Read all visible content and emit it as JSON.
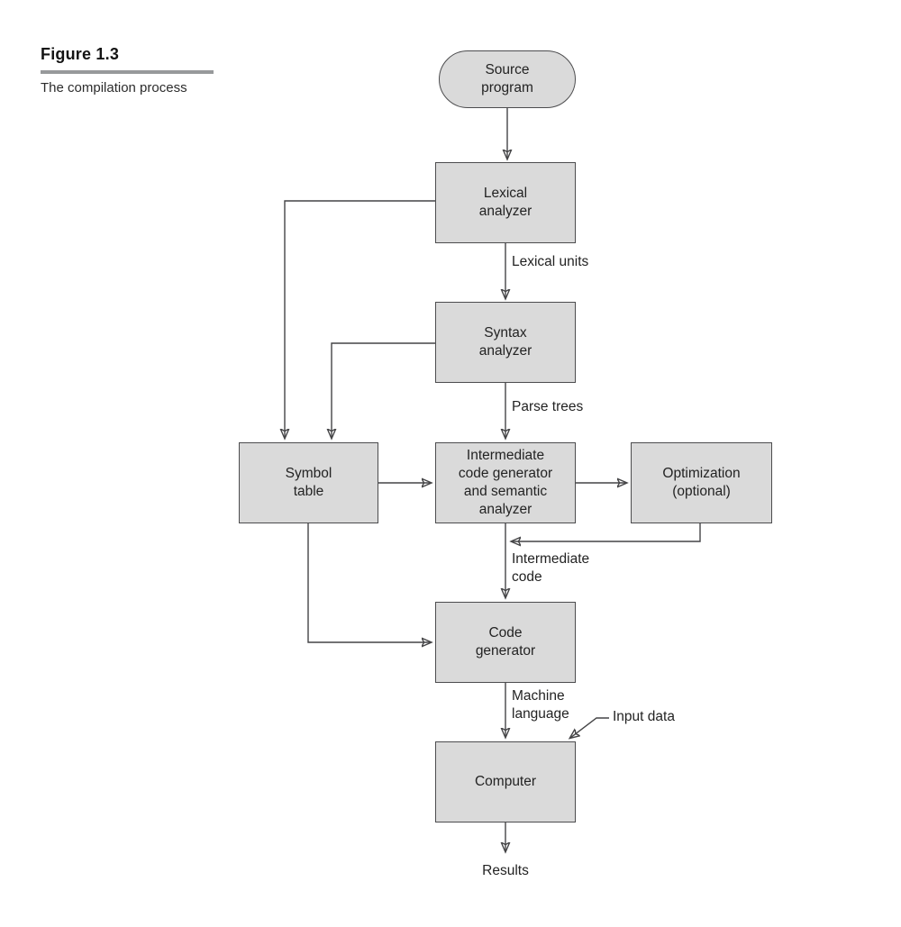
{
  "figure": {
    "label": "Figure 1.3",
    "caption": "The compilation process"
  },
  "chart_type": "flowchart",
  "nodes": [
    {
      "id": "source-program",
      "shape": "stadium",
      "label": "Source\nprogram"
    },
    {
      "id": "lexical-analyzer",
      "shape": "rect",
      "label": "Lexical\nanalyzer"
    },
    {
      "id": "syntax-analyzer",
      "shape": "rect",
      "label": "Syntax\nanalyzer"
    },
    {
      "id": "symbol-table",
      "shape": "rect",
      "label": "Symbol\ntable"
    },
    {
      "id": "intermediate-code-generator",
      "shape": "rect",
      "label": "Intermediate\ncode generator\nand semantic\nanalyzer"
    },
    {
      "id": "optimization",
      "shape": "rect",
      "label": "Optimization\n(optional)"
    },
    {
      "id": "code-generator",
      "shape": "rect",
      "label": "Code\ngenerator"
    },
    {
      "id": "computer",
      "shape": "rect",
      "label": "Computer"
    }
  ],
  "edge_labels": {
    "lexical_units": "Lexical units",
    "parse_trees": "Parse trees",
    "intermediate_code": "Intermediate\ncode",
    "machine_language": "Machine\nlanguage",
    "input_data": "Input data",
    "results": "Results"
  },
  "edges": [
    "source-program -> lexical-analyzer",
    "lexical-analyzer -> symbol-table",
    "lexical-analyzer -> syntax-analyzer (Lexical units)",
    "syntax-analyzer -> symbol-table",
    "syntax-analyzer -> intermediate-code-generator (Parse trees)",
    "symbol-table -> intermediate-code-generator",
    "intermediate-code-generator -> optimization",
    "optimization -> intermediate-code path",
    "intermediate-code-generator -> code-generator (Intermediate code)",
    "symbol-table -> code-generator",
    "code-generator -> computer (Machine language)",
    "input-data -> computer",
    "computer -> results"
  ],
  "colors": {
    "node_fill": "#dadada",
    "node_border": "#4c4c4e",
    "line": "#444446",
    "arrowhead": "#1f1f1f",
    "caption_rule": "#97999b",
    "text": "#232323",
    "background": "#ffffff"
  }
}
